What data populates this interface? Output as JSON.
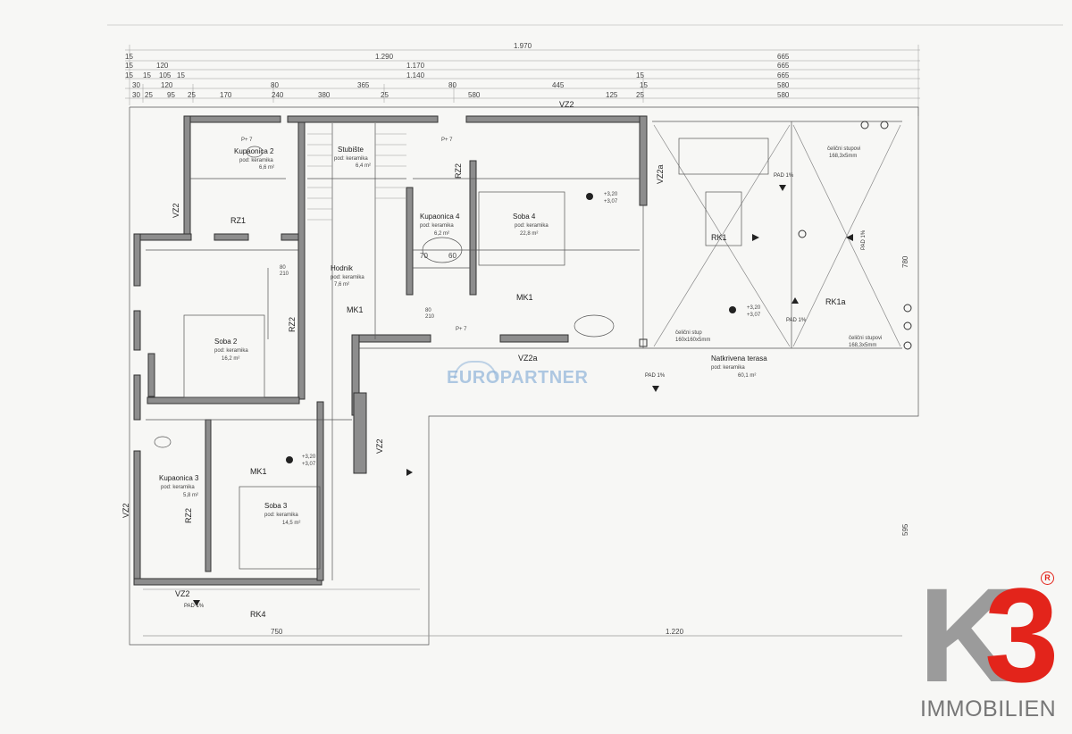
{
  "dimensions": {
    "row1": [
      "1.970"
    ],
    "row2": [
      "15",
      "1.290",
      "665"
    ],
    "row3": [
      "15",
      "120",
      "1.170",
      "665"
    ],
    "row4": [
      "15",
      "15",
      "105",
      "15",
      "1.140",
      "15",
      "665"
    ],
    "row5": [
      "30",
      "120",
      "80",
      "365",
      "80",
      "445",
      "15",
      "580"
    ],
    "row6": [
      "30",
      "25",
      "95",
      "25",
      "170",
      "240",
      "380",
      "25",
      "580",
      "125",
      "25",
      "580"
    ],
    "bottom": [
      "750",
      "1.220"
    ],
    "right": [
      "780",
      "595"
    ]
  },
  "rooms": [
    {
      "name": "Kupaonica 2",
      "floor": "pod: keramika",
      "area": "6,6 m²"
    },
    {
      "name": "Stubište",
      "floor": "pod: keramika",
      "area": "6,4 m²"
    },
    {
      "name": "Kupaonica 4",
      "floor": "pod: keramika",
      "area": "6,2 m²"
    },
    {
      "name": "Soba 4",
      "floor": "pod: keramika",
      "area": "22,8 m²"
    },
    {
      "name": "Hodnik",
      "floor": "pod: keramika",
      "area": "7,6 m²"
    },
    {
      "name": "Soba 2",
      "floor": "pod: keramika",
      "area": "16,2 m²"
    },
    {
      "name": "Kupaonica 3",
      "floor": "pod: keramika",
      "area": "5,8 m²"
    },
    {
      "name": "Soba 3",
      "floor": "pod: keramika",
      "area": "14,5 m²"
    },
    {
      "name": "Natkrivena terasa",
      "floor": "pod: keramika",
      "area": "60,1 m²"
    }
  ],
  "codes": {
    "vz2": "VZ2",
    "vz2a": "VZ2a",
    "rz1": "RZ1",
    "rz2": "RZ2",
    "mk1": "MK1",
    "rk1": "RK1",
    "rk1a": "RK1a",
    "rk4": "RK4",
    "pad": "PAD 1%"
  },
  "levels": {
    "top": "+3,20",
    "bottom": "+3,07"
  },
  "columns": {
    "top_right": [
      "čelični stupovi",
      "168,3x5mm"
    ],
    "mid": [
      "čelični stup",
      "160x160x5mm"
    ],
    "bottom_right": [
      "čelični stupovi",
      "168,3x5mm"
    ]
  },
  "labels_small": [
    "P+ 7",
    "80",
    "210",
    "70",
    "60"
  ],
  "watermark": "EUROPARTNER",
  "brand": {
    "mark_k": "K",
    "mark_3": "3",
    "name": "IMMOBILIEN",
    "registered": "R",
    "accent": "#e3241b",
    "gray": "#9b9b9b"
  }
}
